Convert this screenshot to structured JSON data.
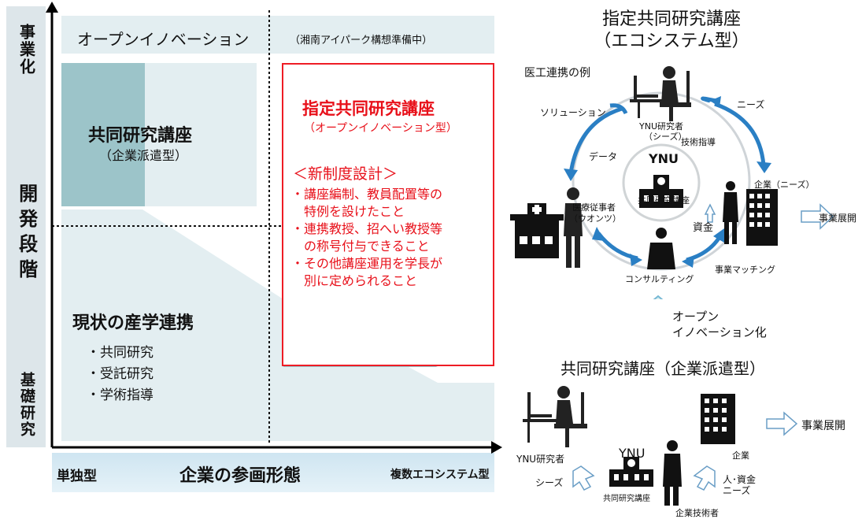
{
  "left_chart": {
    "y_axis_top": "事業化",
    "y_axis_middle": "開発段階",
    "y_axis_bottom": "基礎研究",
    "x_axis_left": "単独型",
    "x_axis_center": "企業の参画形態",
    "x_axis_right": "複数エコシステム型",
    "open_innovation": "オープンイノベーション",
    "open_innovation_note": "（湘南アイパーク構想準備中）",
    "joint_chair_title": "共同研究講座",
    "joint_chair_sub": "（企業派遣型）",
    "current_title": "現状の産学連携",
    "current_items": [
      "・共同研究",
      "・受託研究",
      "・学術指導"
    ],
    "designated_title": "指定共同研究講座",
    "designated_sub": "（オープンイノベーション型）",
    "new_system_title": "＜新制度設計＞",
    "new_system_items": [
      "・講座編制、教員配置等の",
      "　特例を設けたこと",
      "・連携教授、招へい教授等",
      "　の称号付与できること",
      "・その他講座運用を学長が",
      "　別に定められること"
    ]
  },
  "top_right": {
    "title_line1": "指定共同研究講座",
    "title_line2": "（エコシステム型）",
    "example_label": "医工連携の例",
    "solution": "ソリューション",
    "needs": "ニーズ",
    "data": "データ",
    "tech_guidance": "技術指導",
    "ynu_researcher": "YNU研究者",
    "seeds_paren": "（シーズ）",
    "medical_worker": "医療従事者",
    "wants_paren": "（ウオンツ）",
    "ynu": "YNU",
    "joint_chair": "共同研究講座",
    "company_needs": "企業（ニーズ）",
    "funds": "資金",
    "business_dev": "事業展開",
    "consulting": "コンサルティング",
    "business_matching": "事業マッチング",
    "open_innovation_line1": "オープン",
    "open_innovation_line2": "イノベーション化"
  },
  "bottom_right": {
    "title": "共同研究講座（企業派遣型）",
    "ynu_researcher": "YNU研究者",
    "seeds": "シーズ",
    "ynu": "YNU",
    "joint_chair": "共同研究講座",
    "company_engineer": "企業技術者",
    "company": "企業",
    "business_dev": "事業展開",
    "people_funds": "人･資金",
    "needs": "ニーズ"
  },
  "colors": {
    "accent_red": "#e8101a",
    "teal": "#9cc4c9",
    "panel": "#e3eef1",
    "arrow_blue": "#2a7fc4"
  }
}
